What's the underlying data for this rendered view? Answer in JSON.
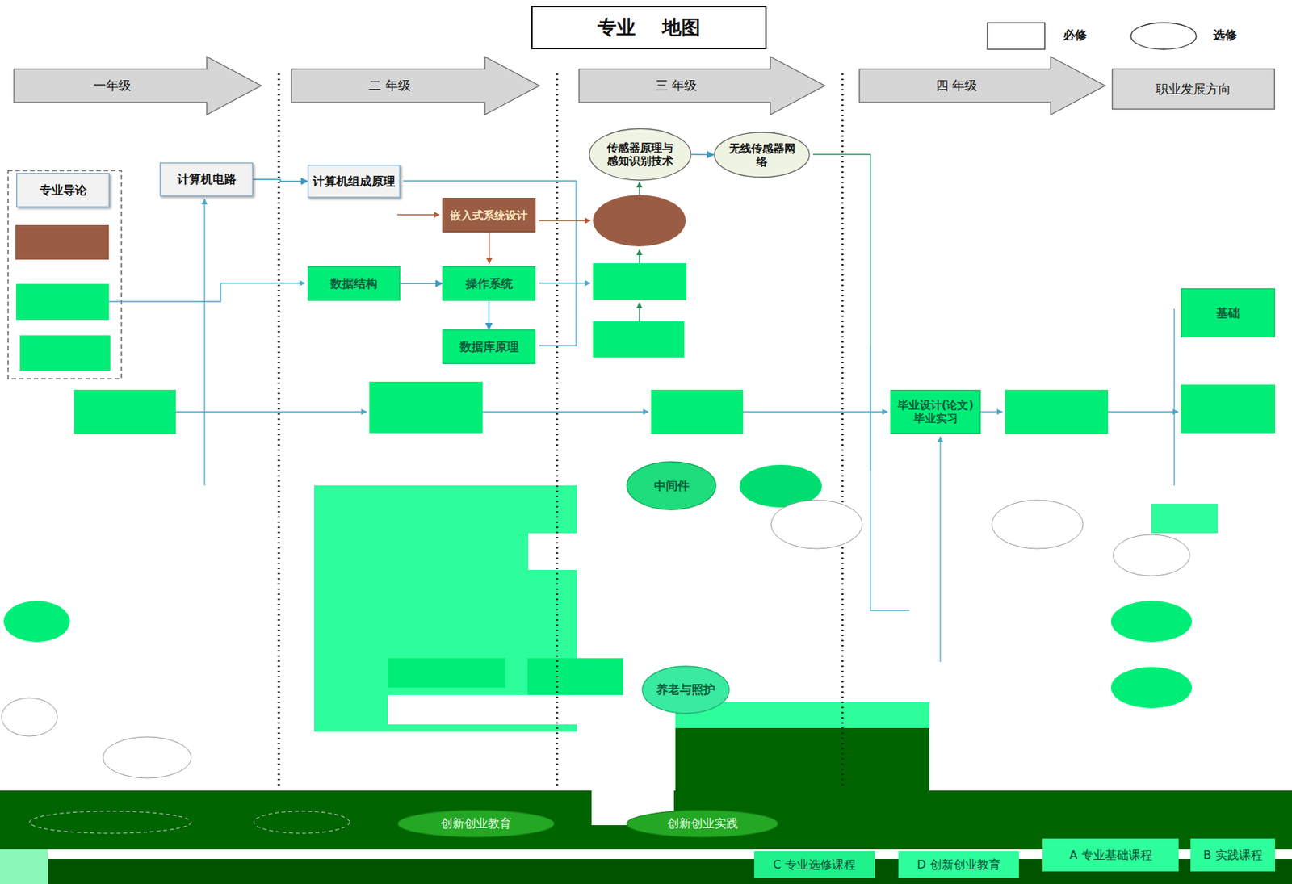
{
  "diagram": {
    "title": "专业    地图",
    "nodes": [
      {
        "text": [
          "一年级"
        ]
      },
      {
        "text": [
          "二 年级"
        ]
      },
      {
        "text": [
          "三 年级"
        ]
      },
      {
        "text": [
          "四 年级"
        ]
      },
      {
        "text": [
          "职业发展方向"
        ]
      },
      {
        "text": [
          "专业导论"
        ]
      },
      {
        "text": [
          "计算机电路"
        ]
      },
      {
        "text": [
          "计算机组成原理"
        ]
      },
      {
        "text": [
          "传感器原理与感知识别技术"
        ]
      },
      {
        "text": [
          "无线传感器网络"
        ]
      },
      {
        "text": [
          "嵌入式系统设计"
        ]
      },
      {
        "text": [
          "数据结构"
        ]
      },
      {
        "text": [
          "操作系统"
        ]
      },
      {
        "text": [
          "数据库原理"
        ]
      },
      {
        "text": [
          "基础"
        ]
      },
      {
        "text": [
          "毕业设计(论文) 毕业实习"
        ]
      },
      {
        "text": [
          "中间件"
        ]
      },
      {
        "text": [
          "养老与照护"
        ]
      },
      {
        "text": [
          "创新创业教育"
        ]
      },
      {
        "text": [
          "创新创业实践"
        ]
      },
      {
        "text": [
          "C 专业选修课程"
        ]
      },
      {
        "text": [
          "D 创新创业教育"
        ]
      },
      {
        "text": [
          "A 专业基础课程"
        ]
      },
      {
        "text": [
          "B 实践课程"
        ]
      }
    ],
    "edges": [
      {
        "from": 6,
        "to": 7,
        "arrow": "to"
      },
      {
        "from": 8,
        "to": 9,
        "arrow": "to"
      },
      {
        "from": 11,
        "to": 12,
        "arrow": "to"
      },
      {
        "from": 12,
        "to": 13,
        "arrow": "to"
      }
    ],
    "legend": [
      {
        "text": "必修"
      },
      {
        "text": "选修"
      }
    ]
  }
}
